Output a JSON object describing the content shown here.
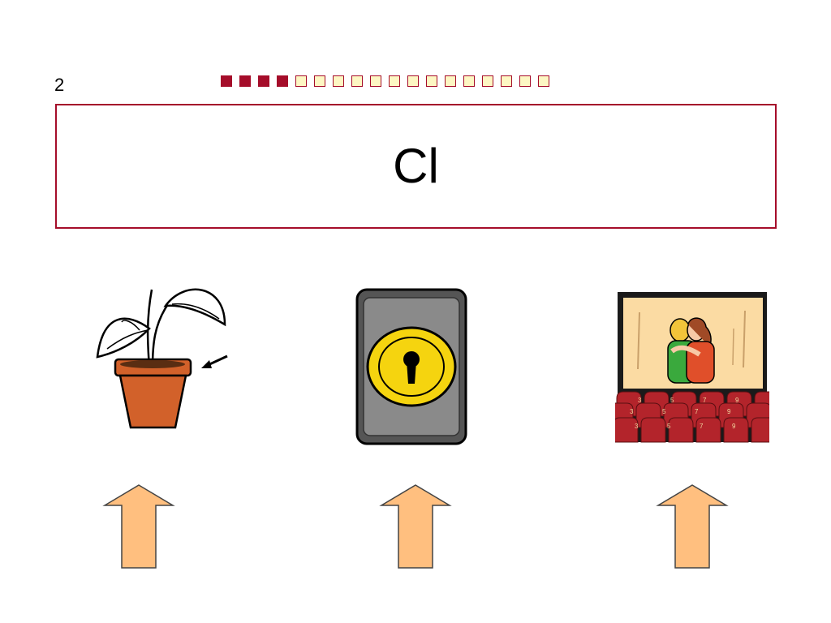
{
  "header": {
    "page_number": "2",
    "progress": {
      "completed": 4,
      "total": 18
    }
  },
  "word_box": {
    "word": "Cl"
  },
  "choices": [
    {
      "name": "plant-pot-picture"
    },
    {
      "name": "keyhole-lock-picture"
    },
    {
      "name": "cinema-couple-hug-picture"
    }
  ],
  "colors": {
    "accent": "#a50d2a",
    "progress_todo": "#fdf7c3",
    "arrow_fill": "#ffbf7f",
    "pot": "#d2612a",
    "lock_yellow": "#f5d40f",
    "lock_plate": "#8a8a8a",
    "seat_red": "#b3242b",
    "screen": "#fbdba3"
  },
  "cinema": {
    "seat_numbers": [
      "3",
      "5",
      "7",
      "9"
    ]
  },
  "icons": [
    "up-arrow-icon",
    "left-arrow-icon",
    "keyhole-icon"
  ]
}
